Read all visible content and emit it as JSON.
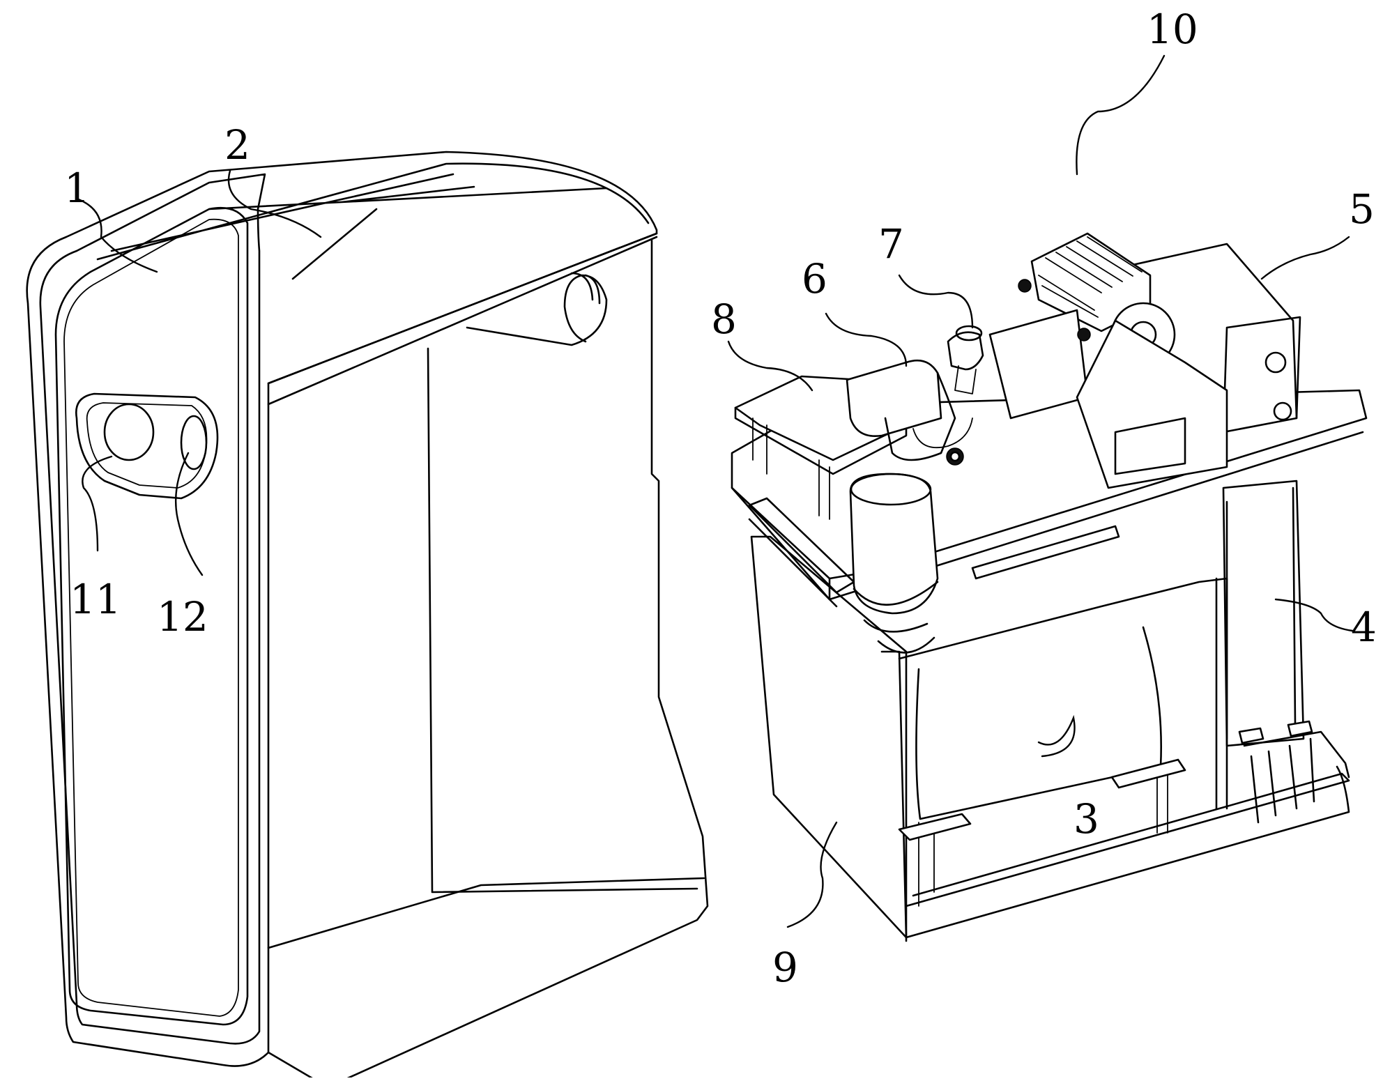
{
  "figure": {
    "labels": {
      "l1": "1",
      "l2": "2",
      "l3": "3",
      "l4": "4",
      "l5": "5",
      "l6": "6",
      "l7": "7",
      "l8": "8",
      "l9": "9",
      "l10": "10",
      "l11": "11",
      "l12": "12"
    }
  }
}
